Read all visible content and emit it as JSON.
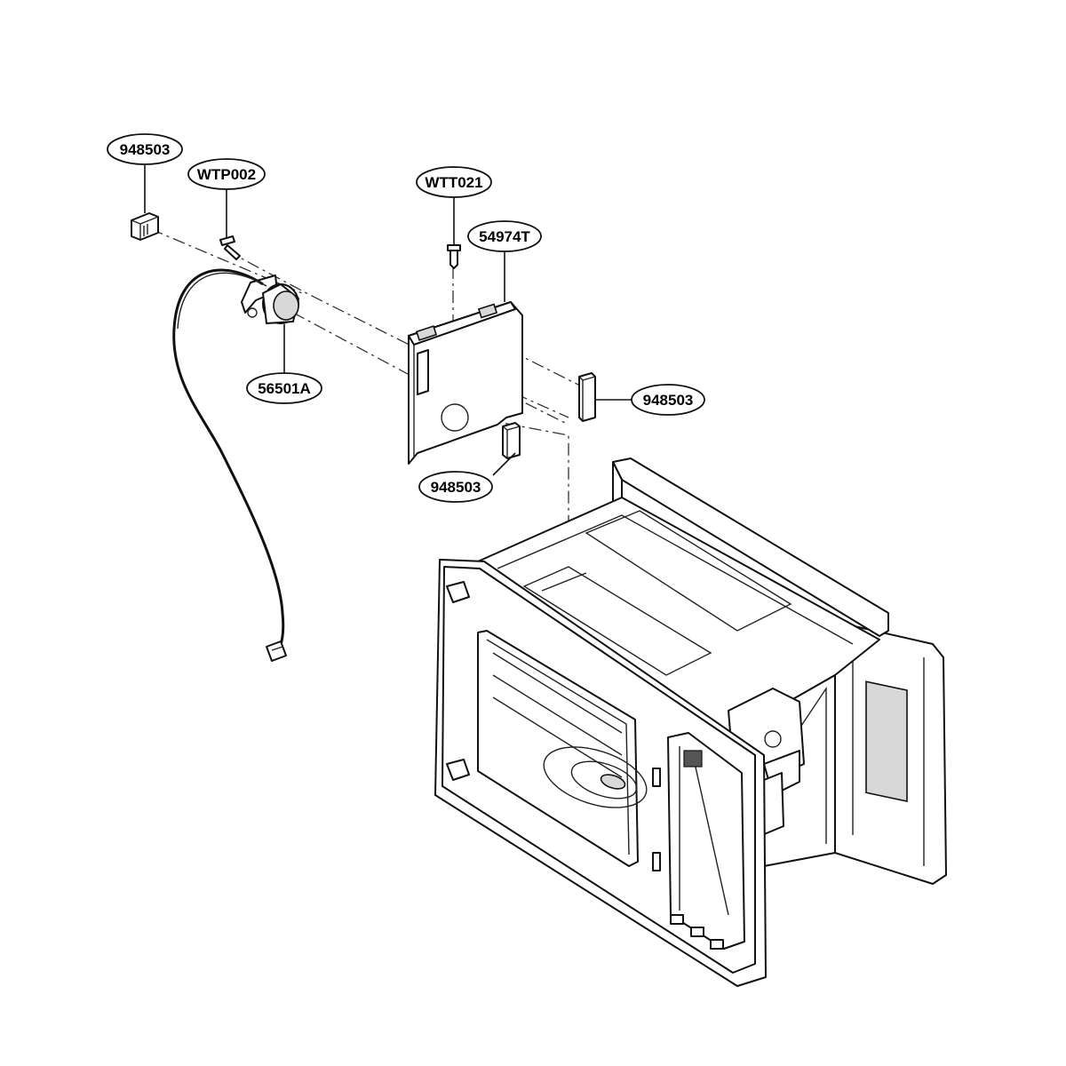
{
  "diagram": {
    "callouts": {
      "clip_top_left": "948503",
      "screw_wtp": "WTP002",
      "screw_wtt": "WTT021",
      "bracket": "54974T",
      "thermostat": "56501A",
      "clip_right": "948503",
      "clip_bottom": "948503"
    },
    "icons": [
      "clip-icon",
      "screw-icon",
      "thermostat-icon",
      "bracket-icon",
      "cavity-icon",
      "wire-harness-icon"
    ]
  }
}
